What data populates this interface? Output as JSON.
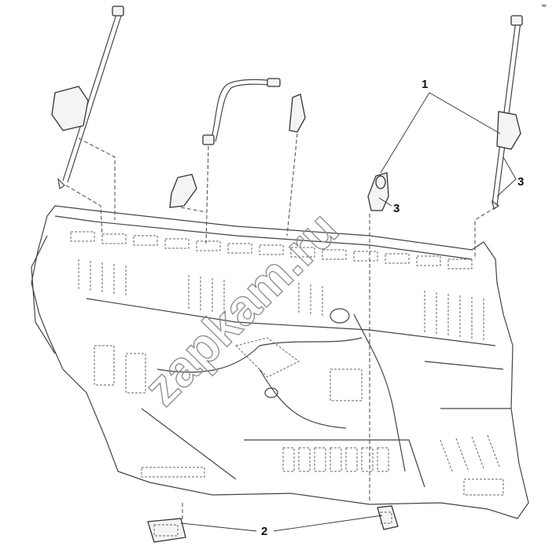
{
  "figure": {
    "callouts": {
      "c1": "1",
      "c2": "2",
      "c3a": "3",
      "c3b": "3"
    },
    "watermark": "zapkam.ru",
    "corner_mark": "≈"
  },
  "colors": {
    "line": "#444444",
    "background": "#ffffff",
    "watermark": "#8a8a8a"
  }
}
